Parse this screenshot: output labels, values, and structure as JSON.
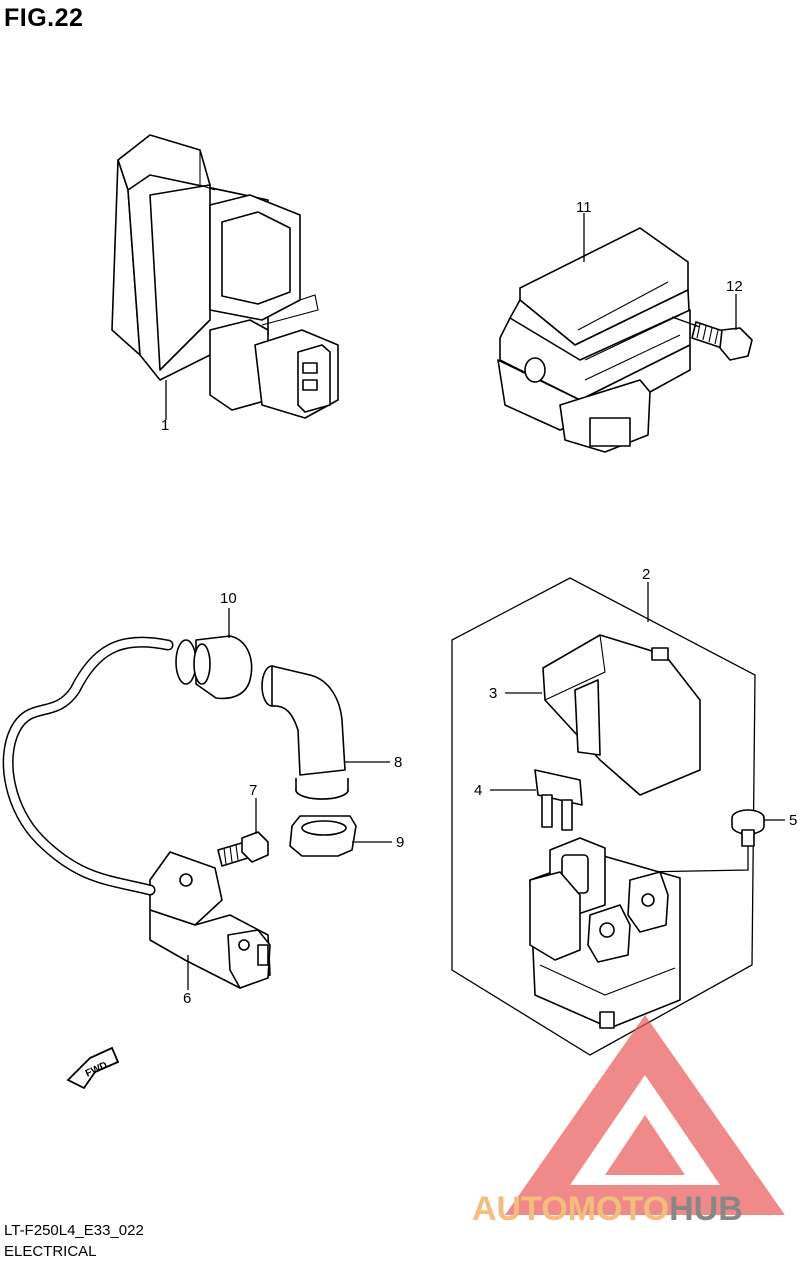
{
  "figure": {
    "title": "FIG.22"
  },
  "footer": {
    "model_code": "LT-F250L4_E33_022",
    "section": "ELECTRICAL"
  },
  "callouts": [
    "1",
    "2",
    "3",
    "4",
    "5",
    "6",
    "7",
    "8",
    "9",
    "10",
    "11",
    "12"
  ],
  "direction_marker": {
    "label": "FWD"
  },
  "watermark": {
    "text_part1": "AUTO",
    "text_part2": "MOTO",
    "text_part3": "HUB",
    "color_primary": "#f2a04a",
    "color_secondary": "#e84a4a",
    "color_tertiary": "#555555"
  }
}
